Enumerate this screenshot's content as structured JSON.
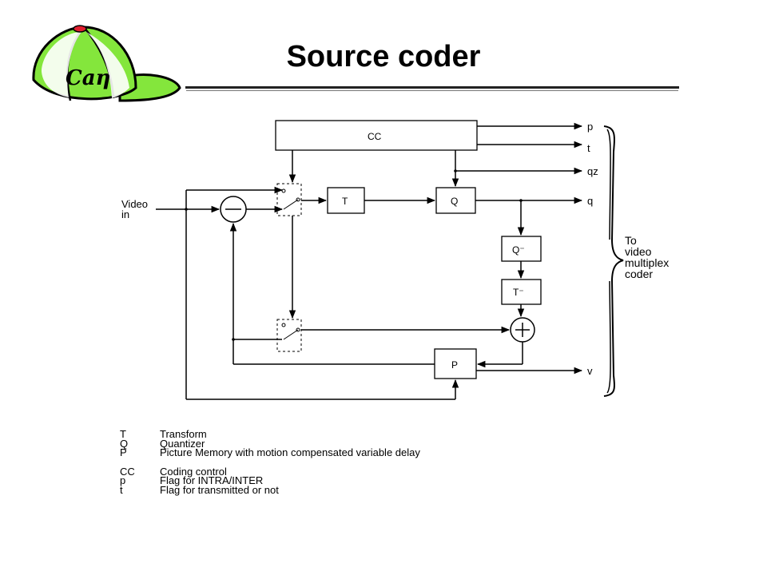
{
  "page": {
    "title": "Source coder",
    "logo_text": "Caη"
  },
  "diagram": {
    "blocks": {
      "cc": "CC",
      "t": "T",
      "q": "Q",
      "qinv": "Q⁻",
      "tinv": "T⁻",
      "p": "P"
    },
    "input_label": [
      "Video",
      "in"
    ],
    "outputs": {
      "p": "p",
      "t": "t",
      "qz": "qz",
      "q": "q",
      "v": "v"
    },
    "brace_label": [
      "To",
      "video",
      "multiplex",
      "coder"
    ]
  },
  "legend": [
    {
      "abbr": "T",
      "desc": "Transform"
    },
    {
      "abbr": "Q",
      "desc": "Quantizer"
    },
    {
      "abbr": "P",
      "desc": "Picture Memory with motion compensated variable delay"
    },
    {
      "abbr": "CC",
      "desc": "Coding control"
    },
    {
      "abbr": "p",
      "desc": "Flag for INTRA/INTER"
    },
    {
      "abbr": "t",
      "desc": "Flag for transmitted or not"
    }
  ],
  "colors": {
    "logo_green": "#84e63c",
    "logo_red": "#e01f2f"
  }
}
